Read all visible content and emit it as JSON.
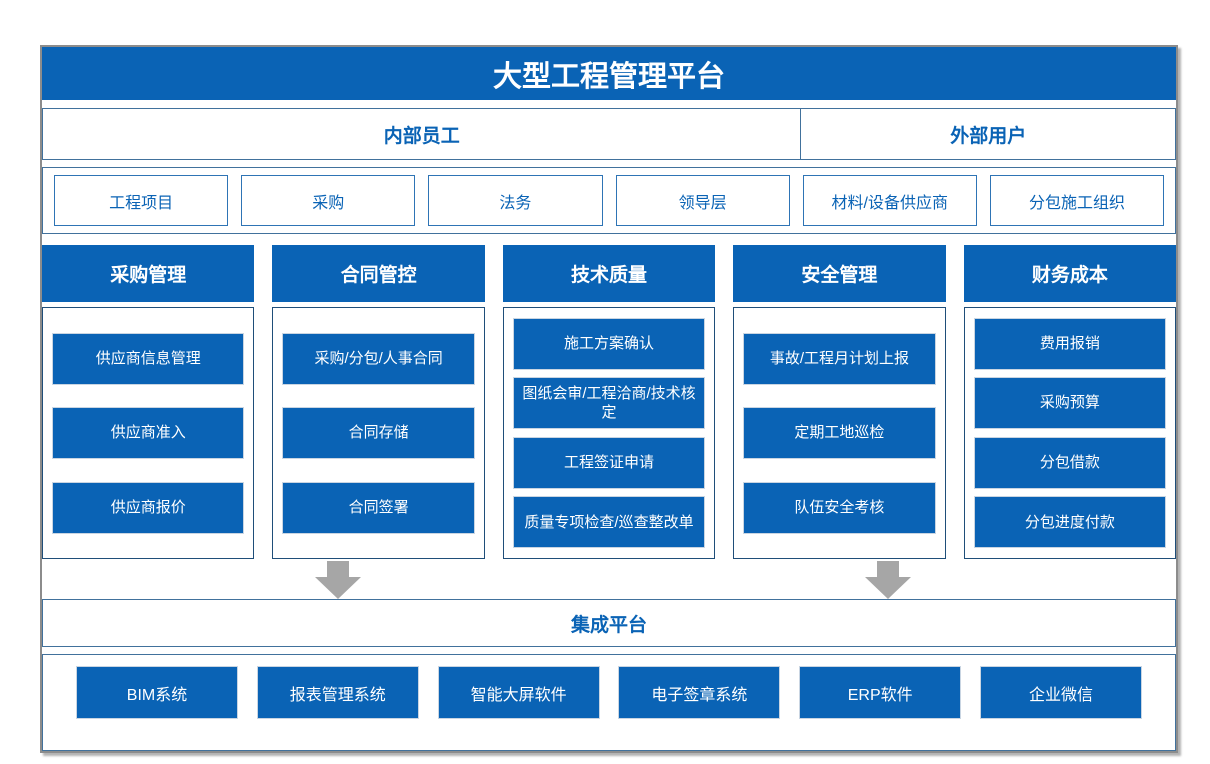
{
  "title": "大型工程管理平台",
  "user_groups": {
    "internal": "内部员工",
    "external": "外部用户"
  },
  "roles": [
    "工程项目",
    "采购",
    "法务",
    "领导层",
    "材料/设备供应商",
    "分包施工组织"
  ],
  "modules": [
    {
      "header": "采购管理",
      "items": [
        "供应商信息管理",
        "供应商准入",
        "供应商报价"
      ]
    },
    {
      "header": "合同管控",
      "items": [
        "采购/分包/人事合同",
        "合同存储",
        "合同签署"
      ]
    },
    {
      "header": "技术质量",
      "items": [
        "施工方案确认",
        "图纸会审/工程洽商/技术核定",
        "工程签证申请",
        "质量专项检查/巡查整改单"
      ]
    },
    {
      "header": "安全管理",
      "items": [
        "事故/工程月计划上报",
        "定期工地巡检",
        "队伍安全考核"
      ]
    },
    {
      "header": "财务成本",
      "items": [
        "费用报销",
        "采购预算",
        "分包借款",
        "分包进度付款"
      ]
    }
  ],
  "arrows": [
    "down-arrow-under-contract-column",
    "down-arrow-under-safety-column"
  ],
  "integration": {
    "label": "集成平台"
  },
  "systems": [
    "BIM系统",
    "报表管理系统",
    "智能大屏软件",
    "电子签章系统",
    "ERP软件",
    "企业微信"
  ],
  "colors": {
    "blue": "#0a63b5",
    "blue-text": "#0a63b5",
    "steel": "#41719c",
    "role-border": "#2e74b5",
    "dark-border": "#1f4e79",
    "arrow": "#a6a6a6",
    "frame-border": "#8c8c8c"
  }
}
